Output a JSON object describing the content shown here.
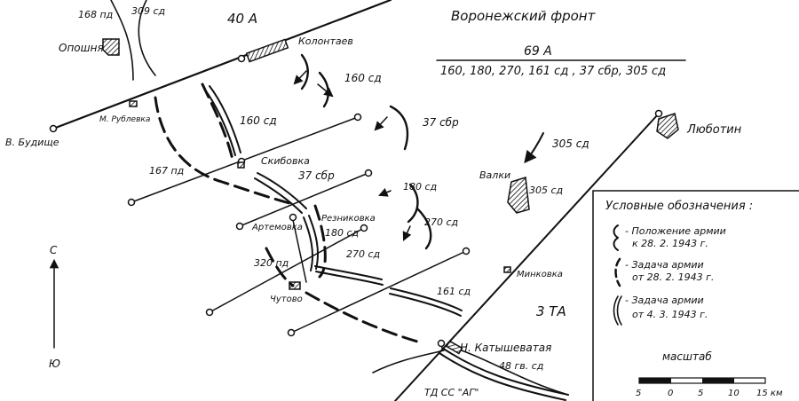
{
  "front_title": "Воронежский фронт",
  "army_header": {
    "army": "69 А",
    "composition": "160, 180, 270, 161 сд , 37 сбр, 305 сд"
  },
  "places": {
    "oposhnya": "Опошня",
    "kolontaev": "Колонтаев",
    "m_ryabovka": "М. Рублевка",
    "v_budishche": "В. Будище",
    "skibovka": "Скибовка",
    "artemovka": "Артемовка",
    "reznikovo": "Резниковка",
    "chutovo": "Чутово",
    "valki": "Валки",
    "lyubotin": "Люботин",
    "minkovka": "Минковка",
    "n_katyshevataya": "Н. Катышеватая"
  },
  "units": {
    "sd168": "168 пд",
    "sd309": "309 сд",
    "army40": "40 А",
    "sd160a": "160 сд",
    "sd160b": "160 сд",
    "sbr37a": "37 сбр",
    "pd167": "167 пд",
    "sbr37b": "37 сбр",
    "sd305a": "305 сд",
    "sd305b": "305 сд",
    "sd180a": "180 сд",
    "sd180b": "180 сд",
    "sd270a": "270 сд",
    "sd270b": "270 сд",
    "pd320": "320 пд",
    "sd161": "161 сд",
    "army3ta": "3 ТА",
    "gv48": "48 гв. сд",
    "tdss": "ТД СС \"АГ\""
  },
  "compass": {
    "north": "С",
    "south": "Ю"
  },
  "legend": {
    "title": "Условные обозначения :",
    "item1_line1": "- Положение армии",
    "item1_line2": "к 28. 2. 1943 г.",
    "item2_line1": "- Задача армии",
    "item2_line2": "от 28. 2. 1943 г.",
    "item3_line1": "- Задача армии",
    "item3_line2": "от 4. 3. 1943 г."
  },
  "scale": {
    "title": "масштаб",
    "ticks": [
      "5",
      "0",
      "5",
      "10",
      "15 км"
    ]
  }
}
